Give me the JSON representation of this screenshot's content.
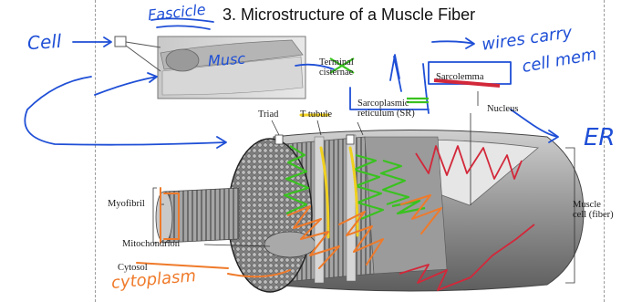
{
  "title": "3.  Microstructure of a Muscle Fiber",
  "printed_labels": {
    "terminal_cisternae": "Terminal\ncisternae",
    "sarcolemma": "Sarcolemma",
    "triad": "Triad",
    "t_tubule": "T tubule",
    "sarcoplasmic_reticulum": "Sarcoplasmic\nreticulum (SR)",
    "nucleus": "Nucleus",
    "myofibril": "Myofibril",
    "mitochondrion": "Mitochondrion",
    "cytosol": "Cytosol",
    "muscle_cell": "Muscle\ncell (fiber)"
  },
  "handwritten_notes": {
    "cell": "Cell",
    "fascicle": "Fascicle",
    "muscle": "Musc",
    "wires_carry": "wires carry",
    "cell_membrane": "cell mem",
    "er": "ER",
    "cytoplasm": "cytoplasm"
  },
  "colors": {
    "blue_ink": "#1f4fd6",
    "green_ink": "#39c21f",
    "yellow_ink": "#f0d020",
    "red_ink": "#d2283a",
    "orange_ink": "#ef7a2a",
    "illustration_gray": "#8c8c8c"
  }
}
